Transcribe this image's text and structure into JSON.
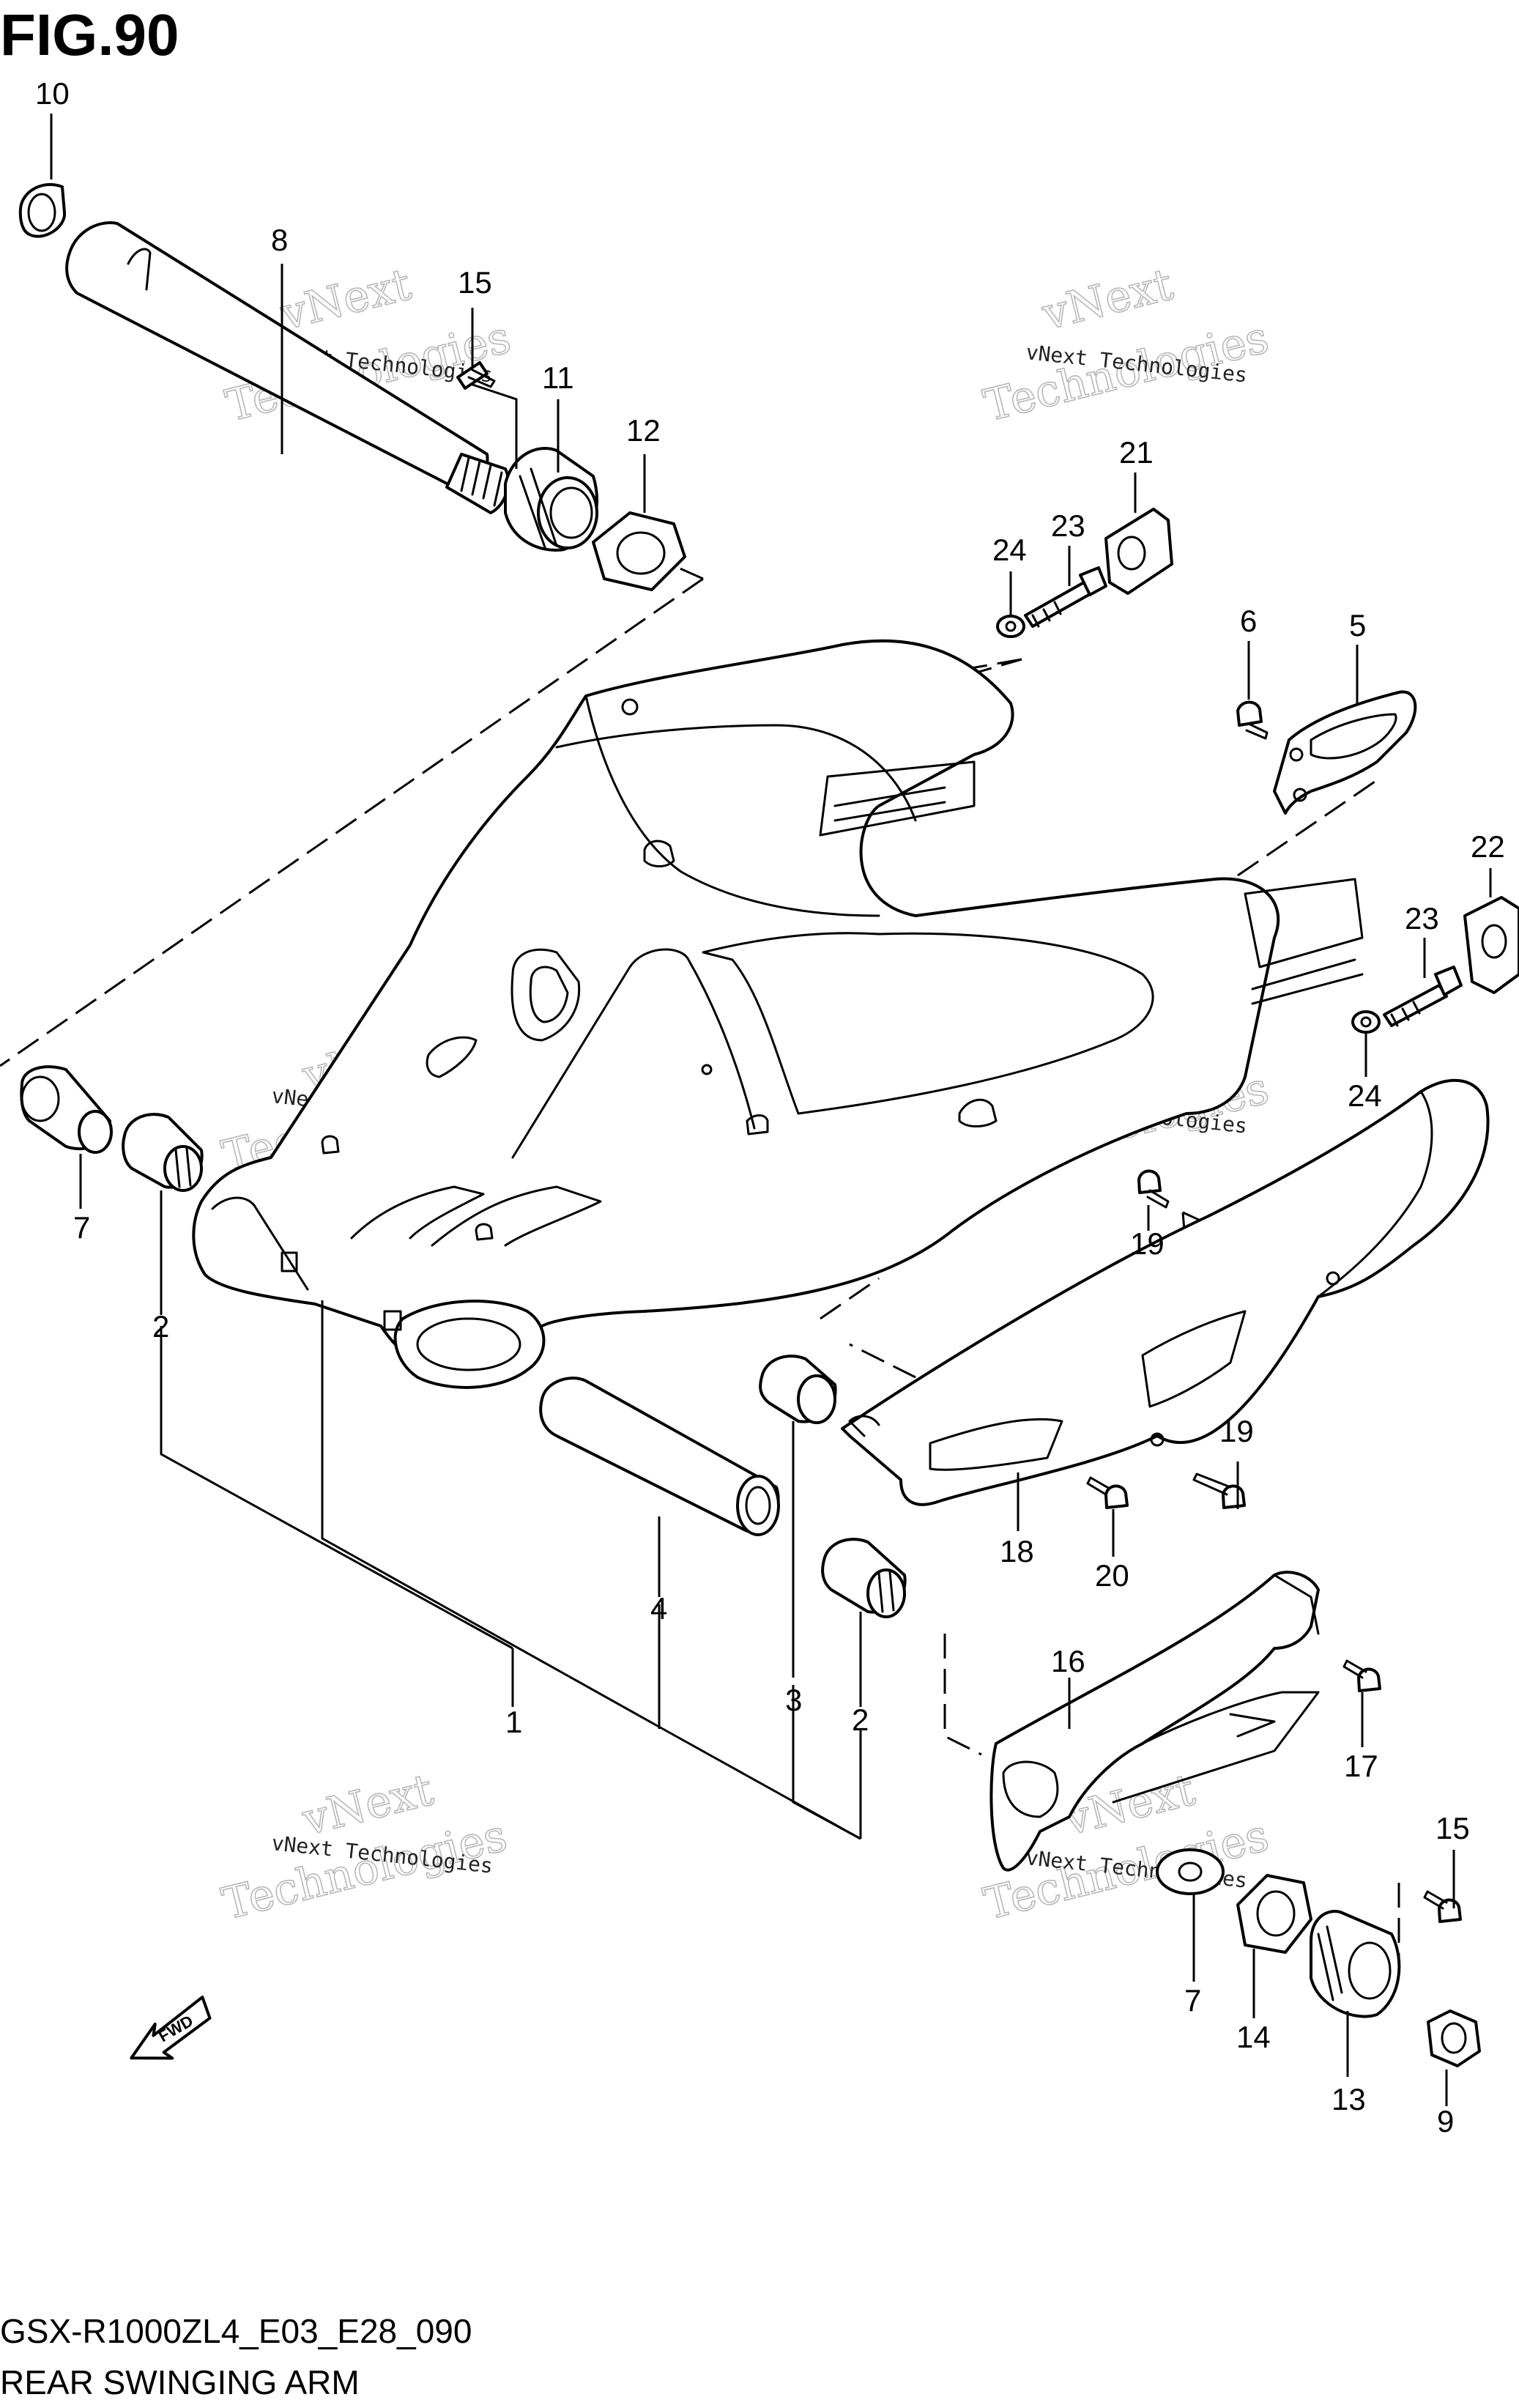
{
  "figure": {
    "title": "FIG.90",
    "model_code": "GSX-R1000ZL4_E03_E28_090",
    "caption": "REAR SWINGING ARM",
    "direction_marker": "FWD"
  },
  "watermark": {
    "line1": "vNext Technologies",
    "line2": "vNext",
    "line3": "Technologies"
  },
  "callouts": [
    {
      "number": "10",
      "part": "nut"
    },
    {
      "number": "8",
      "part": "pivot shaft"
    },
    {
      "number": "15",
      "part": "bolt"
    },
    {
      "number": "11",
      "part": "adjuster"
    },
    {
      "number": "12",
      "part": "lock nut"
    },
    {
      "number": "21",
      "part": "chain adjuster"
    },
    {
      "number": "23",
      "part": "bolt"
    },
    {
      "number": "24",
      "part": "nut"
    },
    {
      "number": "6",
      "part": "screw"
    },
    {
      "number": "5",
      "part": "bracket"
    },
    {
      "number": "22",
      "part": "chain adjuster"
    },
    {
      "number": "23",
      "part": "bolt"
    },
    {
      "number": "24",
      "part": "nut"
    },
    {
      "number": "7",
      "part": "spacer"
    },
    {
      "number": "2",
      "part": "bearing"
    },
    {
      "number": "19",
      "part": "bolt"
    },
    {
      "number": "19",
      "part": "bolt"
    },
    {
      "number": "18",
      "part": "chain cover"
    },
    {
      "number": "20",
      "part": "bolt"
    },
    {
      "number": "4",
      "part": "spacer"
    },
    {
      "number": "3",
      "part": "bearing"
    },
    {
      "number": "1",
      "part": "swinging arm"
    },
    {
      "number": "2",
      "part": "bearing"
    },
    {
      "number": "16",
      "part": "chain buffer"
    },
    {
      "number": "17",
      "part": "bolt"
    },
    {
      "number": "15",
      "part": "bolt"
    },
    {
      "number": "7",
      "part": "spacer"
    },
    {
      "number": "14",
      "part": "lock nut"
    },
    {
      "number": "13",
      "part": "adjuster"
    },
    {
      "number": "9",
      "part": "nut"
    }
  ]
}
